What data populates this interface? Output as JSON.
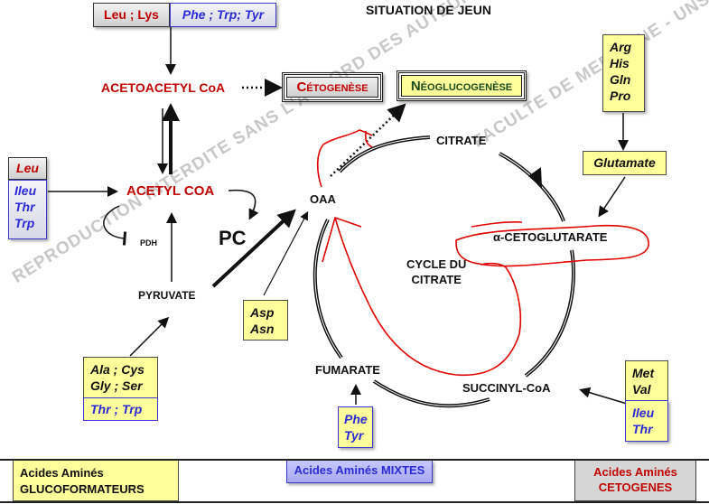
{
  "title": "SITUATION DE JEUN",
  "metabolites": {
    "acetoacetyl_coa": "ACETOACETYL CoA",
    "acetyl_coa": "ACETYL COA",
    "pdh": "PDH",
    "pyruvate": "PYRUVATE",
    "pc": "PC",
    "oaa": "OAA",
    "citrate": "CITRATE",
    "alpha_ketoglutarate": "α-CETOGLUTARATE",
    "cycle_label_line1": "CYCLE DU",
    "cycle_label_line2": "CITRATE",
    "fumarate": "FUMARATE",
    "succinyl_coa": "SUCCINYL-CoA",
    "glutamate": "Glutamate"
  },
  "outcomes": {
    "cetogenese": "Cétogenèse",
    "neoglucogenese": "Néoglucogenèse"
  },
  "amino_acid_boxes": {
    "top_ketogenic": "Leu ; Lys",
    "top_mixed": "Phe ; Trp; Tyr",
    "left_ketogenic": "Leu",
    "left_mixed": [
      "Ileu",
      "Thr",
      "Trp"
    ],
    "pyruvate_glucogenic": [
      "Ala ; Cys",
      "Gly ; Ser"
    ],
    "pyruvate_mixed": "Thr ; Trp",
    "oaa_glucogenic": [
      "Asp",
      "Asn"
    ],
    "glutamate_glucogenic": [
      "Arg",
      "His",
      "Gln",
      "Pro"
    ],
    "fumarate_mixed": [
      "Phe",
      "Tyr"
    ],
    "succinyl_glucogenic": [
      "Met",
      "Val"
    ],
    "succinyl_mixed": [
      "Ileu",
      "Thr"
    ]
  },
  "legend": {
    "glucoformateurs_line1": "Acides Aminés",
    "glucoformateurs_line2": "GLUCOFORMATEURS",
    "mixtes": "Acides Aminés MIXTES",
    "cetogenes_line1": "Acides Aminés",
    "cetogenes_line2": "CETOGENES"
  },
  "watermark": {
    "line_lower": "REPRODUCTION INTERDITE SANS L'ACCORD DES AUTEURS",
    "line_upper": "FACULTE DE MEDECINE - UNS"
  },
  "colors": {
    "ketogenic_red": "#c00000",
    "mixed_blue": "#2b2bd6",
    "glucogenic_yellow": "#fefe9a",
    "annotation_red": "#e00000",
    "neoglucogenese_green": "#1a4a1a"
  }
}
